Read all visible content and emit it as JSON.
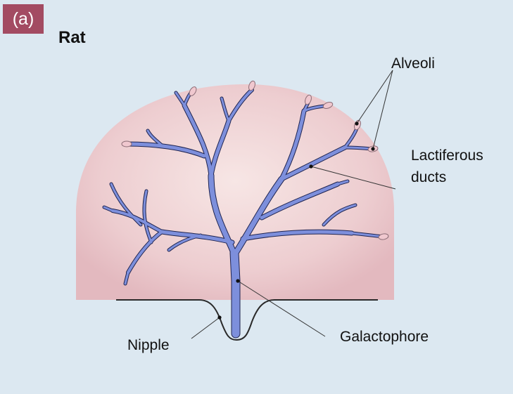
{
  "panel": {
    "tag": "(a)",
    "species": "Rat"
  },
  "labels": {
    "alveoli": "Alveoli",
    "lactiferous_1": "Lactiferous",
    "lactiferous_2": "ducts",
    "nipple": "Nipple",
    "galactophore": "Galactophore"
  },
  "colors": {
    "background": "#dce8f1",
    "tag": "#a34b62",
    "duct": "#7d8fdc",
    "duct_outline": "#1f2450",
    "alveolus": "#f0c8cf",
    "tissue": "#e9c2c6"
  }
}
